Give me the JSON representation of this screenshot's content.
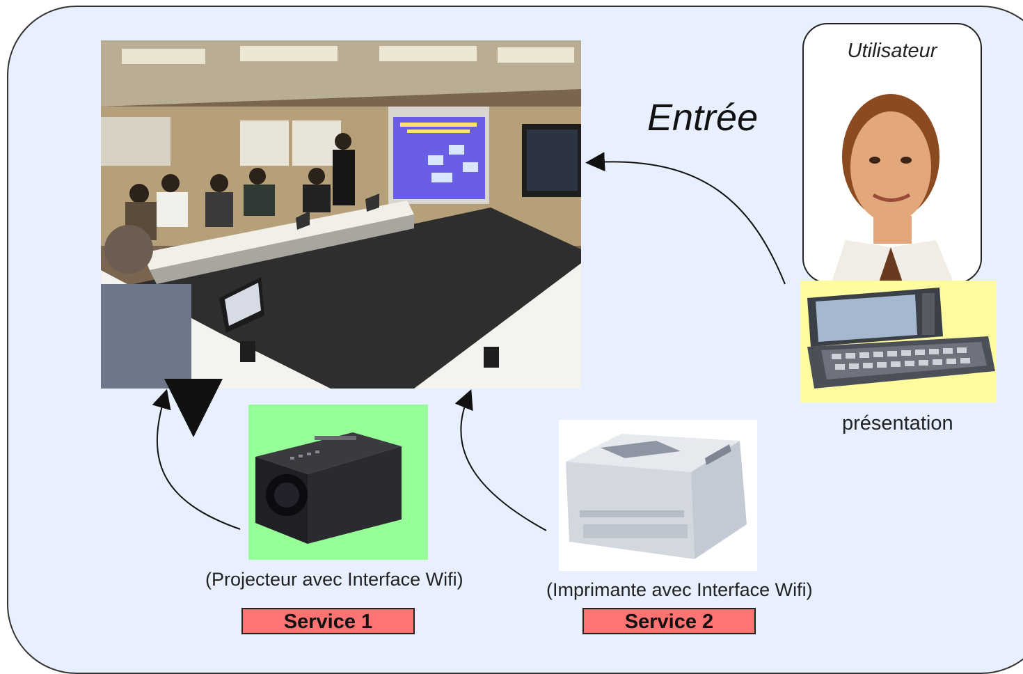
{
  "user": {
    "label": "Utilisateur"
  },
  "entry": {
    "label": "Entrée"
  },
  "device": {
    "label": "présentation"
  },
  "projector": {
    "caption": "(Projecteur avec Interface Wifi)",
    "service": "Service 1"
  },
  "printer": {
    "caption": "(Imprimante avec Interface Wifi)",
    "service": "Service 2"
  },
  "colors": {
    "background": "#e8f0ff",
    "service_badge": "#ff7373",
    "projector_bg": "#97ff97",
    "pda_bg": "#fffb9f"
  }
}
